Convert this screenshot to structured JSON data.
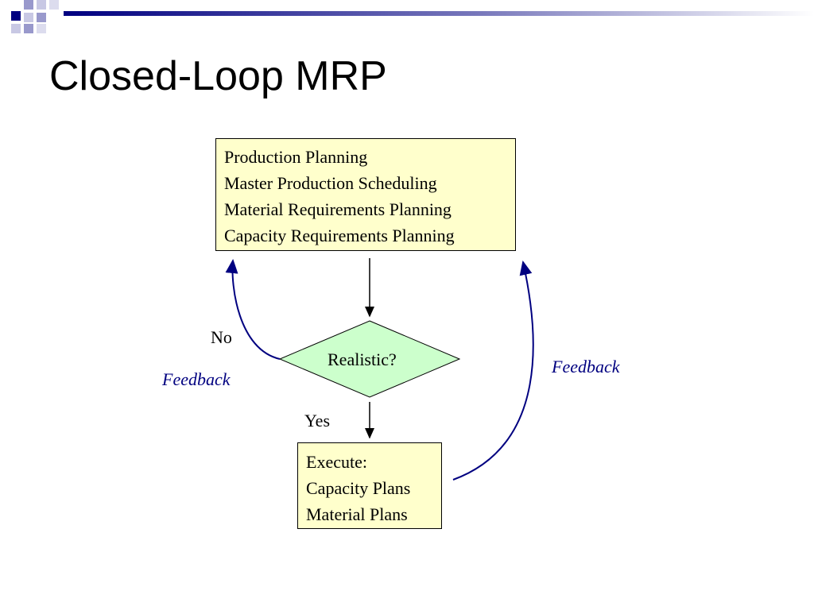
{
  "slide": {
    "title": "Closed-Loop MRP"
  },
  "diagram": {
    "planning_box": {
      "lines": [
        "Production Planning",
        "Master Production Scheduling",
        "Material Requirements Planning",
        "Capacity Requirements Planning"
      ]
    },
    "decision": {
      "label": "Realistic?"
    },
    "execute_box": {
      "lines": [
        "Execute:",
        "Capacity Plans",
        "Material Plans"
      ]
    },
    "labels": {
      "no": "No",
      "yes": "Yes",
      "feedback_left": "Feedback",
      "feedback_right": "Feedback"
    }
  },
  "colors": {
    "box_fill": "#ffffcc",
    "decision_fill": "#ccffcc",
    "arrow_feedback": "#000080",
    "deco_dark": "#000080",
    "deco_light": "#9999cc"
  }
}
